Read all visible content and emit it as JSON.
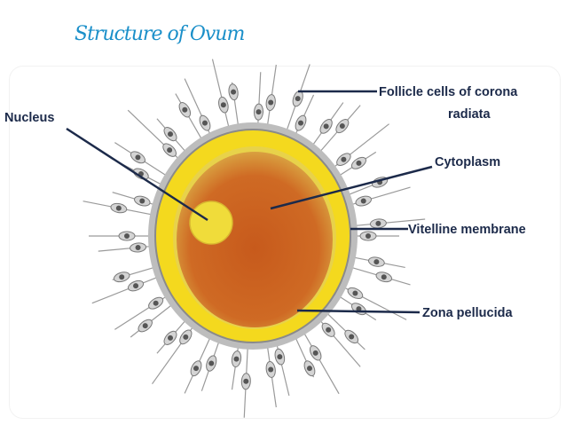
{
  "title": "Structure of Ovum",
  "labels": {
    "nucleus": "Nucleus",
    "follicle_line1": "Follicle cells of corona",
    "follicle_line2": "radiata",
    "cytoplasm": "Cytoplasm",
    "vitelline": "Vitelline membrane",
    "zona": "Zona pellucida"
  },
  "colors": {
    "title": "#1a8fc9",
    "zona": "#f4d91e",
    "cytoplasm": "#c9631f",
    "nucleus": "#f0dc3a",
    "corona": "#9a9a9a",
    "label": "#1c2a4a"
  }
}
